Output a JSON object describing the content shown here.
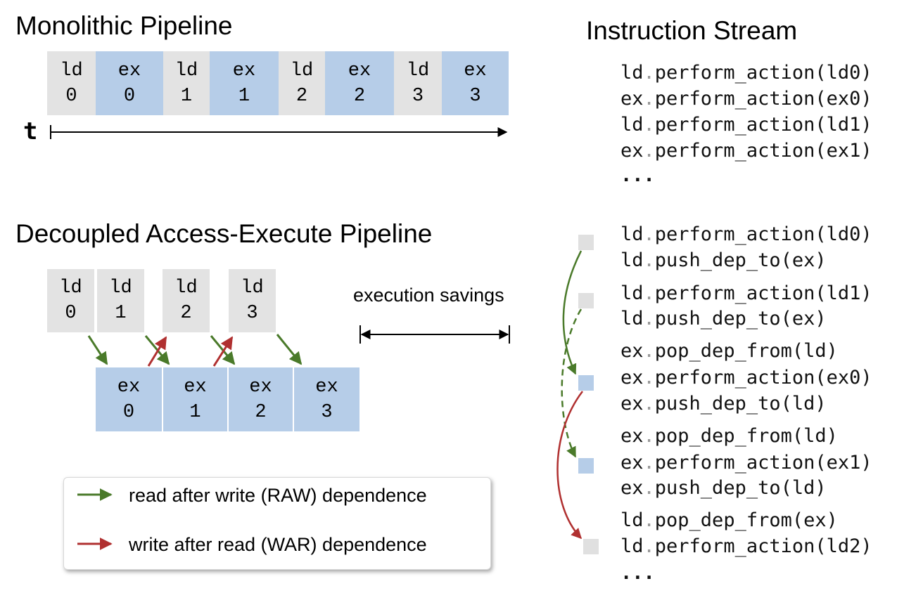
{
  "monolithic": {
    "title": "Monolithic Pipeline",
    "time_label": "t",
    "stages": [
      {
        "kind": "ld",
        "op": "ld",
        "idx": "0"
      },
      {
        "kind": "ex",
        "op": "ex",
        "idx": "0"
      },
      {
        "kind": "ld",
        "op": "ld",
        "idx": "1"
      },
      {
        "kind": "ex",
        "op": "ex",
        "idx": "1"
      },
      {
        "kind": "ld",
        "op": "ld",
        "idx": "2"
      },
      {
        "kind": "ex",
        "op": "ex",
        "idx": "2"
      },
      {
        "kind": "ld",
        "op": "ld",
        "idx": "3"
      },
      {
        "kind": "ex",
        "op": "ex",
        "idx": "3"
      }
    ]
  },
  "decoupled": {
    "title": "Decoupled Access-Execute Pipeline",
    "ld_stages": [
      {
        "op": "ld",
        "idx": "0"
      },
      {
        "op": "ld",
        "idx": "1"
      },
      {
        "op": "ld",
        "idx": "2"
      },
      {
        "op": "ld",
        "idx": "3"
      }
    ],
    "ex_stages": [
      {
        "op": "ex",
        "idx": "0"
      },
      {
        "op": "ex",
        "idx": "1"
      },
      {
        "op": "ex",
        "idx": "2"
      },
      {
        "op": "ex",
        "idx": "3"
      }
    ],
    "savings_label": "execution savings"
  },
  "legend": {
    "raw_label": "read after write  (RAW) dependence",
    "war_label": "write after read  (WAR) dependence"
  },
  "colors": {
    "ld_fill": "#e3e3e3",
    "ex_fill": "#b6cde8",
    "raw_arrow": "#4a7a2a",
    "war_arrow": "#b03030"
  },
  "stream": {
    "title": "Instruction Stream",
    "monolithic_lines": [
      {
        "obj": "ld",
        "call": "perform_action(ld0)"
      },
      {
        "obj": "ex",
        "call": "perform_action(ex0)"
      },
      {
        "obj": "ld",
        "call": "perform_action(ld1)"
      },
      {
        "obj": "ex",
        "call": "perform_action(ex1)"
      }
    ],
    "monolithic_ellipsis": "...",
    "decoupled_lines": [
      {
        "obj": "ld",
        "call": "perform_action(ld0)"
      },
      {
        "obj": "ld",
        "call": "push_dep_to(ex)"
      },
      {
        "obj": "ld",
        "call": "perform_action(ld1)"
      },
      {
        "obj": "ld",
        "call": "push_dep_to(ex)"
      },
      {
        "obj": "ex",
        "call": "pop_dep_from(ld)"
      },
      {
        "obj": "ex",
        "call": "perform_action(ex0)"
      },
      {
        "obj": "ex",
        "call": "push_dep_to(ld)"
      },
      {
        "obj": "ex",
        "call": "pop_dep_from(ld)"
      },
      {
        "obj": "ex",
        "call": "perform_action(ex1)"
      },
      {
        "obj": "ex",
        "call": "push_dep_to(ld)"
      },
      {
        "obj": "ld",
        "call": "pop_dep_from(ex)"
      },
      {
        "obj": "ld",
        "call": "perform_action(ld2)"
      }
    ],
    "decoupled_ellipsis": "..."
  }
}
